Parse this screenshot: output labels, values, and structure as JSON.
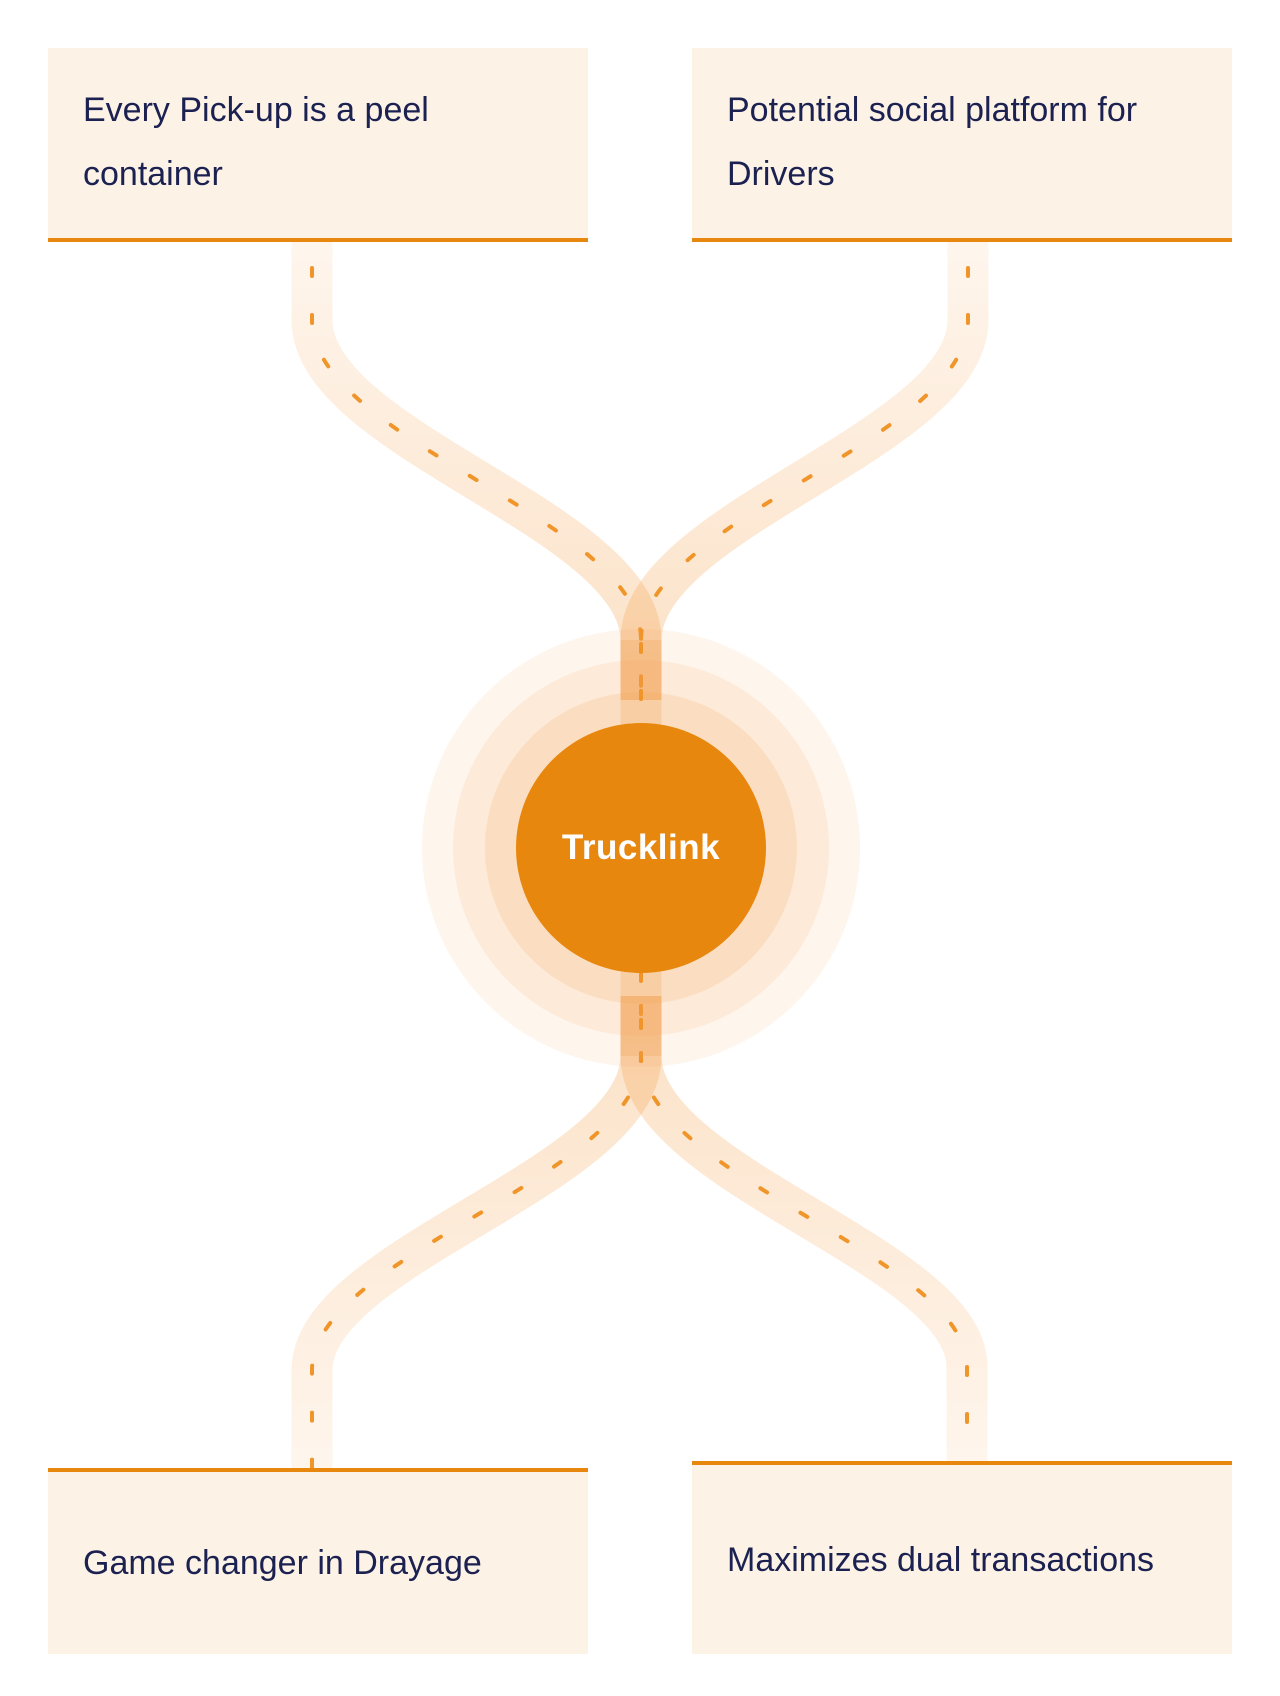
{
  "diagram": {
    "hub": {
      "label": "Trucklink",
      "color": "#E8870E"
    },
    "cards": [
      {
        "id": "top-left",
        "text": "Every Pick-up is a peel container"
      },
      {
        "id": "top-right",
        "text": "Potential social platform for Drivers"
      },
      {
        "id": "bottom-left",
        "text": "Game changer in Drayage"
      },
      {
        "id": "bottom-right",
        "text": "Maximizes dual transactions"
      }
    ],
    "colors": {
      "card_background": "#FDF2E6",
      "accent_line": "#E8870E",
      "text": "#1B2150",
      "road": "#F0A050",
      "road_dash": "#F0952A",
      "ring_outer": "#FDF3EA",
      "ring_middle": "#FBE8D6",
      "ring_inner": "#F8DAB8"
    }
  }
}
